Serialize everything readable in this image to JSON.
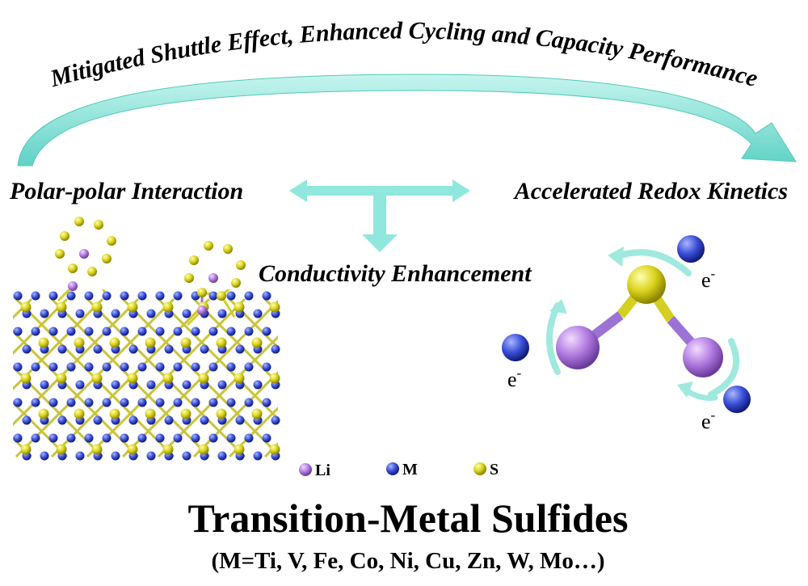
{
  "top_arc_text": "Mitigated Shuttle Effect, Enhanced Cycling and Capacity Performance",
  "left_label": "Polar-polar Interaction",
  "right_label": "Accelerated Redox Kinetics",
  "center_label": "Conductivity Enhancement",
  "electron_label": "e",
  "electron_sup": "-",
  "legend": [
    {
      "symbol": "Li",
      "color": "#b07ae0"
    },
    {
      "symbol": "M",
      "color": "#3a4fd6"
    },
    {
      "symbol": "S",
      "color": "#d9d21a"
    }
  ],
  "title": "Transition-Metal Sulfides",
  "subtitle": "(M=Ti, V, Fe, Co, Ni, Cu, Zn, W, Mo…)",
  "colors": {
    "arrow": "#8fe7dd",
    "arrow_dark": "#3fc3b6",
    "li": "#b07ae0",
    "m": "#3a4fd6",
    "s": "#d9d21a",
    "bond_s": "#d4cf22",
    "bond_li": "#9b73d6"
  }
}
